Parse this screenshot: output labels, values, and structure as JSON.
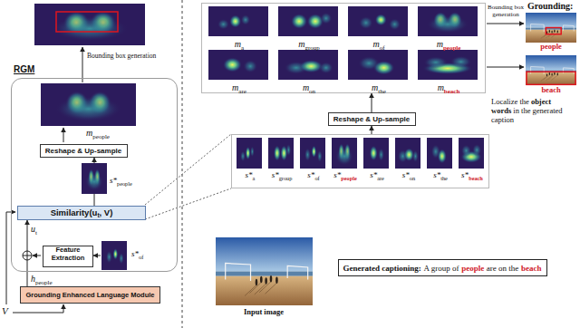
{
  "diagram": {
    "nodes": [
      {
        "text": [
          "RGM"
        ]
      },
      {
        "text": [
          "Reshape & Up-sample"
        ],
        "in": 0
      },
      {
        "text": [
          "Similarity(u",
          "t",
          ", V)"
        ],
        "in": 0
      },
      {
        "text": [
          "Feature Extraction"
        ],
        "in": 0
      },
      {
        "text": [
          "Grounding Enhanced Language Module"
        ]
      },
      {
        "text": [
          "m",
          "a",
          "m",
          "group",
          "m",
          "of",
          "m",
          "people",
          "m",
          "are",
          "m",
          "on",
          "m",
          "the",
          "m",
          "beach"
        ]
      },
      {
        "text": [
          "Reshape & Up-sample"
        ]
      },
      {
        "text": [
          "s*",
          "a",
          "s*",
          "group",
          "s*",
          "of",
          "s*",
          "people",
          "s*",
          "are",
          "s*",
          "on",
          "s*",
          "the",
          "s*",
          "beach"
        ]
      },
      {
        "text": [
          "Generated captioning:",
          "A group of",
          "people",
          "are on the",
          "beach"
        ]
      }
    ],
    "edges": [
      {
        "from": 2,
        "to": 1,
        "arrow": "to"
      },
      {
        "from": 4,
        "to": 2,
        "arrow": "to"
      },
      {
        "from": 7,
        "to": 6,
        "arrow": "to"
      },
      {
        "from": 6,
        "to": 5,
        "arrow": "to"
      }
    ],
    "labels": [
      "Bounding box generation",
      "m",
      "people",
      "s*",
      "people",
      "u",
      "t",
      "s*",
      "of",
      "h",
      "people",
      "V",
      "Bounding box generation",
      "Grounding:",
      "people",
      "beach",
      "Localize the",
      "object words",
      "in the generated caption",
      "Input image"
    ]
  }
}
